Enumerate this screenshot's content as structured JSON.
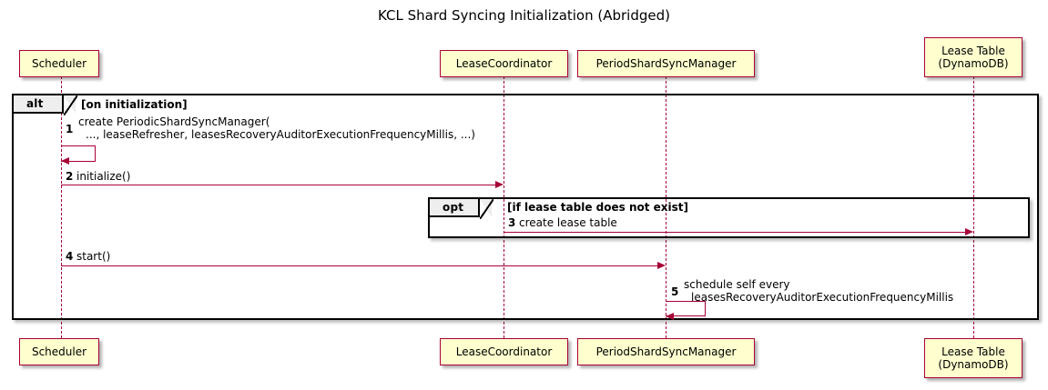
{
  "title": "KCL Shard Syncing Initialization (Abridged)",
  "colors": {
    "participant_fill": "#FEFECE",
    "participant_border": "#A80036",
    "arrow": "#A80036",
    "fragment_border": "#000000",
    "fragment_tab_fill": "#EEEEEE",
    "background": "#FFFFFF"
  },
  "participants": [
    {
      "id": "scheduler",
      "label": "Scheduler",
      "label2": ""
    },
    {
      "id": "lease-coordinator",
      "label": "LeaseCoordinator",
      "label2": ""
    },
    {
      "id": "period-shard-sync-manager",
      "label": "PeriodShardSyncManager",
      "label2": ""
    },
    {
      "id": "lease-table",
      "label": "Lease Table",
      "label2": "(DynamoDB)"
    }
  ],
  "fragments": [
    {
      "id": "alt",
      "keyword": "alt",
      "condition": "[on initialization]"
    },
    {
      "id": "opt",
      "keyword": "opt",
      "condition": "[if lease table does not exist]"
    }
  ],
  "messages": [
    {
      "num": "1",
      "from": "Scheduler",
      "to": "Scheduler",
      "kind": "self",
      "line1": "create PeriodicShardSyncManager(",
      "line2": "..., leaseRefresher, leasesRecoveryAuditorExecutionFrequencyMillis, ...)"
    },
    {
      "num": "2",
      "from": "Scheduler",
      "to": "LeaseCoordinator",
      "kind": "sync",
      "line1": "initialize()",
      "line2": ""
    },
    {
      "num": "3",
      "from": "LeaseCoordinator",
      "to": "Lease Table",
      "kind": "sync",
      "line1": "create lease table",
      "line2": ""
    },
    {
      "num": "4",
      "from": "Scheduler",
      "to": "PeriodShardSyncManager",
      "kind": "sync",
      "line1": "start()",
      "line2": ""
    },
    {
      "num": "5",
      "from": "PeriodShardSyncManager",
      "to": "PeriodShardSyncManager",
      "kind": "self",
      "line1": "schedule self every",
      "line2": "leasesRecoveryAuditorExecutionFrequencyMillis"
    }
  ]
}
